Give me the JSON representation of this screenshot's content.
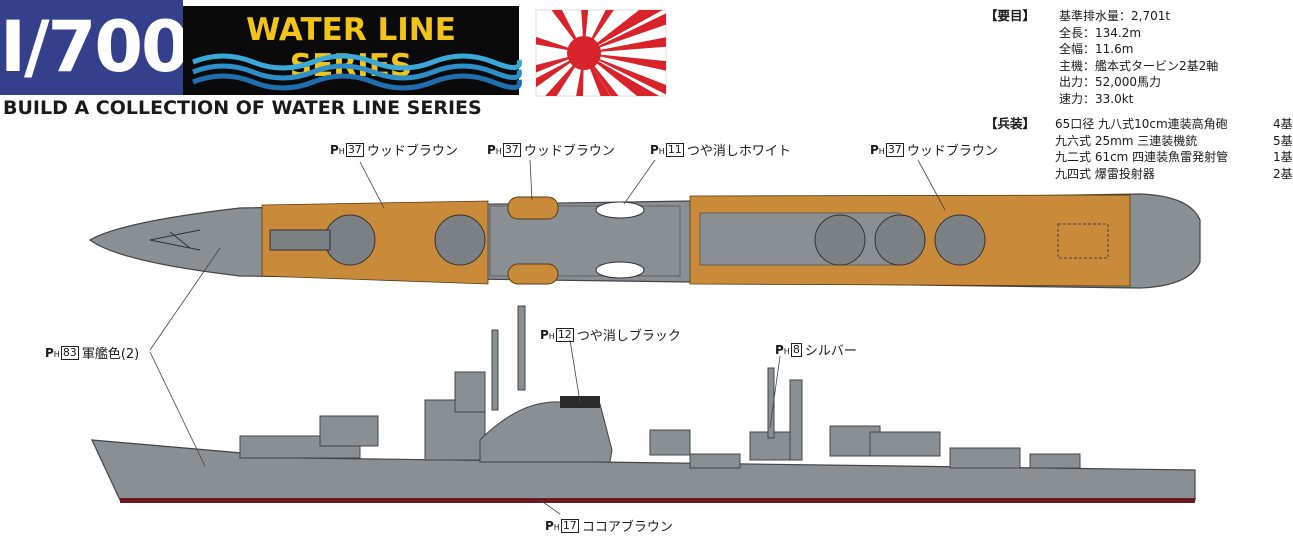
{
  "header": {
    "scale": "I/700",
    "series_title": "WATER LINE SERIES",
    "tagline": "BUILD A COLLECTION OF WATER LINE SERIES"
  },
  "specs": {
    "heading": "【要目】",
    "rows": [
      "基準排水量：2,701t",
      "全長：134.2m",
      "全幅：11.6m",
      "主機：艦本式タービン2基2軸",
      "出力：52,000馬力",
      "速力：33.0kt"
    ]
  },
  "armament": {
    "heading": "【兵装】",
    "rows": [
      {
        "name": "65口径 九八式10cm連装高角砲",
        "count": "4基"
      },
      {
        "name": "九六式 25mm 三連装機銃",
        "count": "5基"
      },
      {
        "name": "九二式 61cm 四連装魚雷発射管",
        "count": "1基"
      },
      {
        "name": "九四式 爆雷投射器",
        "count": "2基"
      }
    ]
  },
  "paint_prefix": {
    "p": "P",
    "h": "H"
  },
  "labels": {
    "wood1": {
      "num": "37",
      "text": "ウッドブラウン"
    },
    "wood2": {
      "num": "37",
      "text": "ウッドブラウン"
    },
    "white": {
      "num": "11",
      "text": "つや消しホワイト"
    },
    "wood3": {
      "num": "37",
      "text": "ウッドブラウン"
    },
    "black": {
      "num": "12",
      "text": "つや消しブラック"
    },
    "silver": {
      "num": "8",
      "text": "シルバー"
    },
    "gray": {
      "num": "83",
      "text": "軍艦色(2)"
    },
    "cocoa": {
      "num": "17",
      "text": "ココアブラウン"
    }
  },
  "colors": {
    "brand_blue": "#35408d",
    "series_yellow": "#f2c318",
    "hull_gray": "#8a8f94",
    "deck_wood": "#c98a3a",
    "waterline": "#6b1a22",
    "flag_red": "#d8232a"
  }
}
